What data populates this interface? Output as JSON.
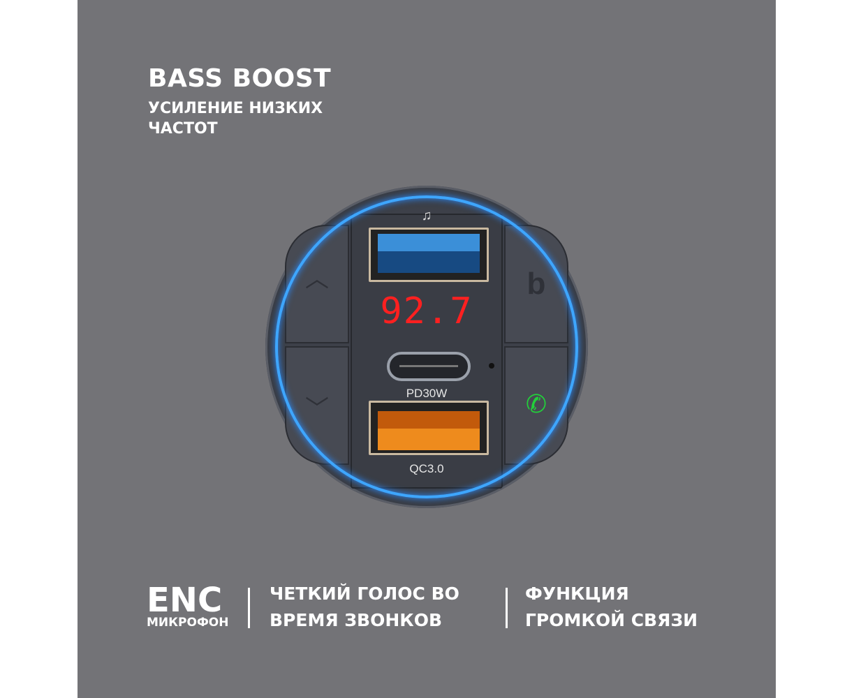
{
  "headline": {
    "title": "BASS BOOST",
    "subtitle": "УСИЛЕНИЕ НИЗКИХ ЧАСТОТ"
  },
  "device": {
    "frequency": "92.7",
    "typec_label": "PD30W",
    "usb_label": "QC3.0",
    "icons": [
      "music-note-icon",
      "chevron-up-icon",
      "chevron-down-icon",
      "bass-boost-b-icon",
      "phone-call-icon"
    ],
    "ring_color": "#3ea6ff"
  },
  "features": {
    "enc": "ENC",
    "enc_sub": "МИКРОФОН",
    "voice": "ЧЕТКИЙ ГОЛОС ВО ВРЕМЯ ЗВОНКОВ",
    "speaker": "ФУНКЦИЯ ГРОМКОЙ СВЯЗИ"
  },
  "colors": {
    "panel": "#737377",
    "text": "#ffffff"
  }
}
